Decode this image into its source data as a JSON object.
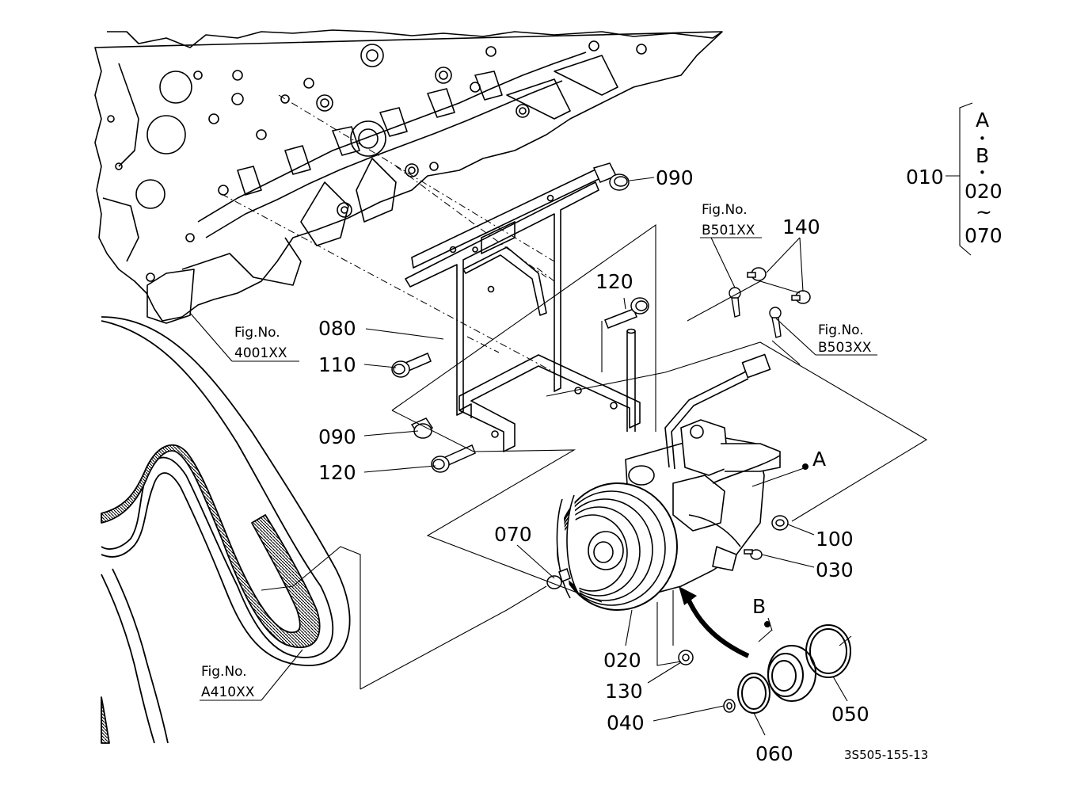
{
  "labels": {
    "p090_top": "090",
    "p080": "080",
    "p110": "110",
    "p090_mid": "090",
    "p120_left": "120",
    "p120_right": "120",
    "p140": "140",
    "p070": "070",
    "p100": "100",
    "p030": "030",
    "p020": "020",
    "p130": "130",
    "p040": "040",
    "p060": "060",
    "p050": "050",
    "pointA": "A",
    "pointB": "B"
  },
  "fig_refs": {
    "engine": {
      "prefix": "Fig.No.",
      "number": "4001XX"
    },
    "bracket": {
      "prefix": "Fig.No.",
      "number": "B501XX"
    },
    "connector": {
      "prefix": "Fig.No.",
      "number": "B503XX"
    },
    "belt": {
      "prefix": "Fig.No.",
      "number": "A410XX"
    }
  },
  "assembly": {
    "main": "010",
    "a": "A",
    "dot": "•",
    "b": "B",
    "range_start": "020",
    "range_symbol": "~",
    "range_end": "070"
  },
  "diagram_code": "3S505-155-13"
}
